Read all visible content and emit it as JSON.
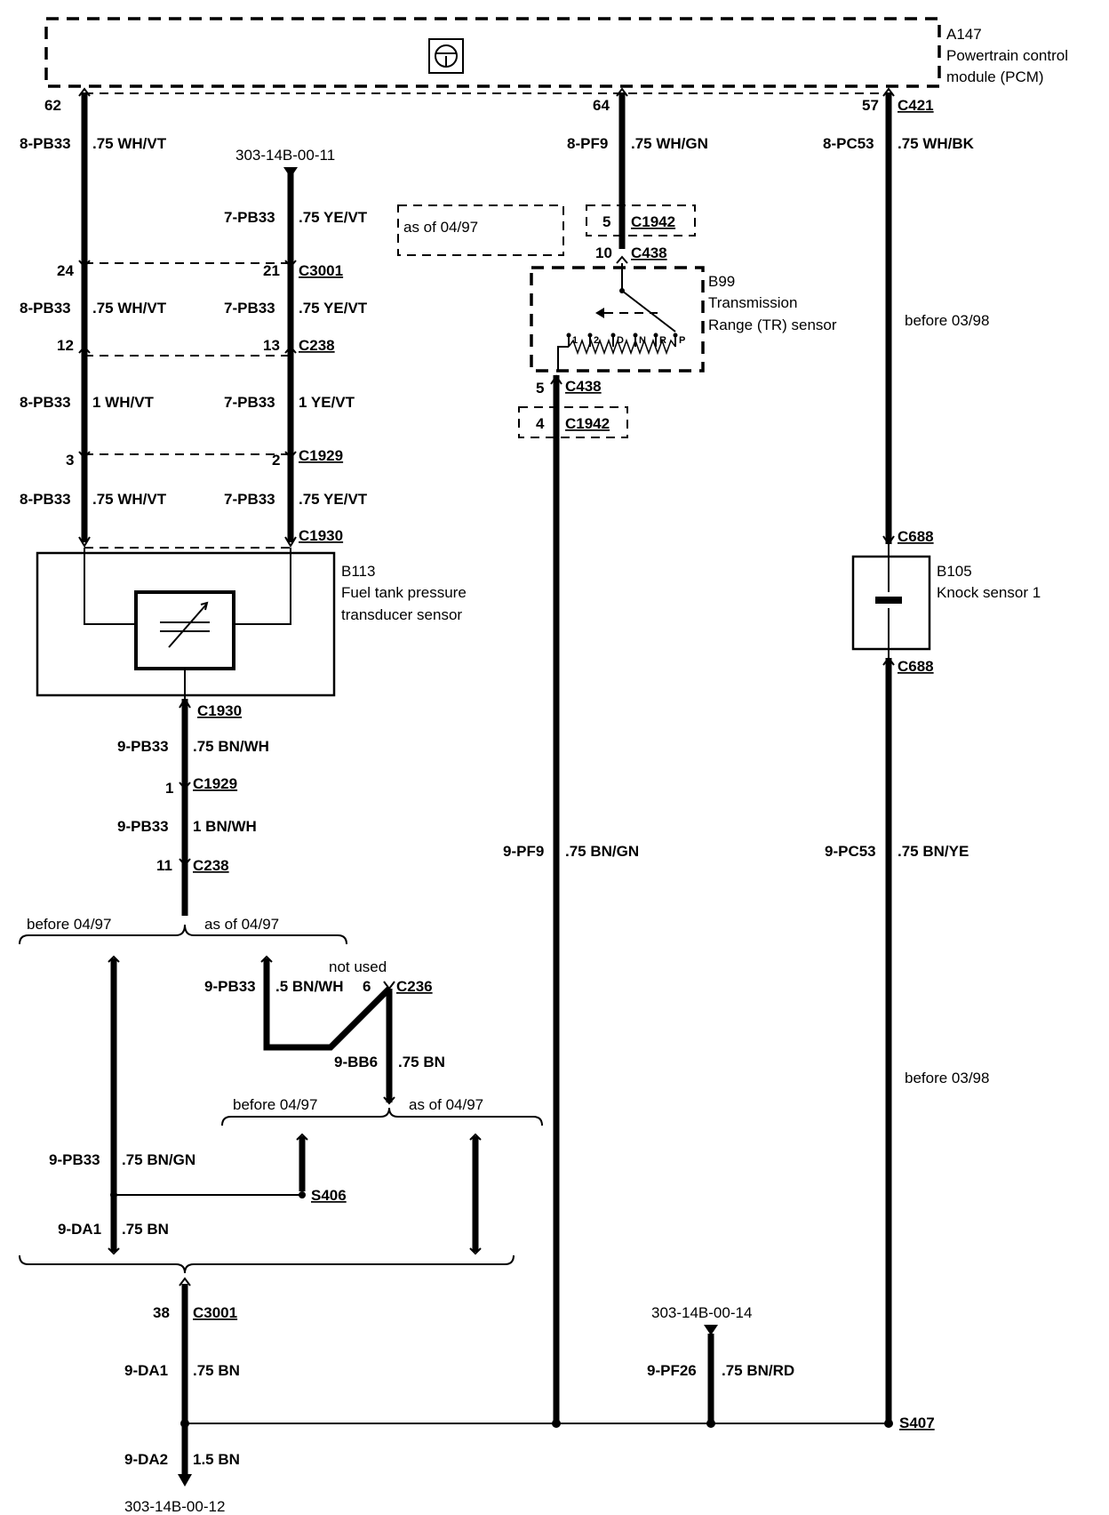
{
  "module": {
    "id": "A147",
    "name_line1": "Powertrain control",
    "name_line2": "module (PCM)",
    "icon": "steering-wheel-icon",
    "pins": {
      "a": "62",
      "b": "64",
      "c": "57"
    },
    "connector": "C421"
  },
  "refs": {
    "r1": "303-14B-00-11",
    "r2": "303-14B-00-14",
    "r3": "303-14B-00-12"
  },
  "notes": {
    "as_of_0497_box": "as of 04/97",
    "before_0398_a": "before 03/98",
    "before_0398_b": "before 03/98",
    "before_0497_a": "before 04/97",
    "as_of_0497_a": "as of 04/97",
    "before_0497_b": "before 04/97",
    "as_of_0497_b": "as of 04/97",
    "not_used": "not used"
  },
  "wires": {
    "w1": {
      "circuit": "8-PB33",
      "spec": ".75 WH/VT"
    },
    "w2": {
      "circuit": "7-PB33",
      "spec": ".75 YE/VT"
    },
    "w3": {
      "circuit": "8-PB33",
      "spec": ".75 WH/VT"
    },
    "w4": {
      "circuit": "7-PB33",
      "spec": ".75 YE/VT"
    },
    "w5": {
      "circuit": "8-PB33",
      "spec": "1 WH/VT"
    },
    "w6": {
      "circuit": "7-PB33",
      "spec": "1 YE/VT"
    },
    "w7": {
      "circuit": "8-PB33",
      "spec": ".75 WH/VT"
    },
    "w8": {
      "circuit": "7-PB33",
      "spec": ".75 YE/VT"
    },
    "w9": {
      "circuit": "9-PB33",
      "spec": ".75 BN/WH"
    },
    "w10": {
      "circuit": "9-PB33",
      "spec": "1 BN/WH"
    },
    "w11": {
      "circuit": "9-PB33",
      "spec": ".5 BN/WH"
    },
    "w12": {
      "circuit": "9-BB6",
      "spec": ".75 BN"
    },
    "w13": {
      "circuit": "9-PB33",
      "spec": ".75 BN/GN"
    },
    "w14": {
      "circuit": "9-DA1",
      "spec": ".75 BN"
    },
    "w15": {
      "circuit": "9-DA1",
      "spec": ".75 BN"
    },
    "w16": {
      "circuit": "9-DA2",
      "spec": "1.5 BN"
    },
    "w17": {
      "circuit": "8-PF9",
      "spec": ".75 WH/GN"
    },
    "w18": {
      "circuit": "9-PF9",
      "spec": ".75 BN/GN"
    },
    "w19": {
      "circuit": "9-PF26",
      "spec": ".75 BN/RD"
    },
    "w20": {
      "circuit": "8-PC53",
      "spec": ".75 WH/BK"
    },
    "w21": {
      "circuit": "9-PC53",
      "spec": ".75 BN/YE"
    }
  },
  "connectors": {
    "c3001a": {
      "pinL": "24",
      "pinR": "21",
      "name": "C3001"
    },
    "c238a": {
      "pinL": "12",
      "pinR": "13",
      "name": "C238"
    },
    "c1929a": {
      "pinL": "3",
      "pinR": "2",
      "name": "C1929"
    },
    "c1930a": {
      "name": "C1930"
    },
    "c1930b": {
      "name": "C1930"
    },
    "c1929b": {
      "pin": "1",
      "name": "C1929"
    },
    "c238b": {
      "pin": "11",
      "name": "C238"
    },
    "c236": {
      "pin": "6",
      "name": "C236"
    },
    "s406": {
      "name": "S406"
    },
    "c3001b": {
      "pin": "38",
      "name": "C3001"
    },
    "c1942a": {
      "pin": "5",
      "name": "C1942"
    },
    "c438a": {
      "pin": "10",
      "name": "C438"
    },
    "c438b": {
      "pin": "5",
      "name": "C438"
    },
    "c1942b": {
      "pin": "4",
      "name": "C1942"
    },
    "c688a": {
      "name": "C688"
    },
    "c688b": {
      "name": "C688"
    },
    "s407": {
      "name": "S407"
    }
  },
  "components": {
    "b113": {
      "id": "B113",
      "line1": "Fuel tank pressure",
      "line2": "transducer sensor"
    },
    "b99": {
      "id": "B99",
      "line1": "Transmission",
      "line2": "Range (TR) sensor",
      "positions": [
        "1",
        "2",
        "D",
        "N",
        "R",
        "P"
      ]
    },
    "b105": {
      "id": "B105",
      "line1": "Knock sensor 1"
    }
  }
}
